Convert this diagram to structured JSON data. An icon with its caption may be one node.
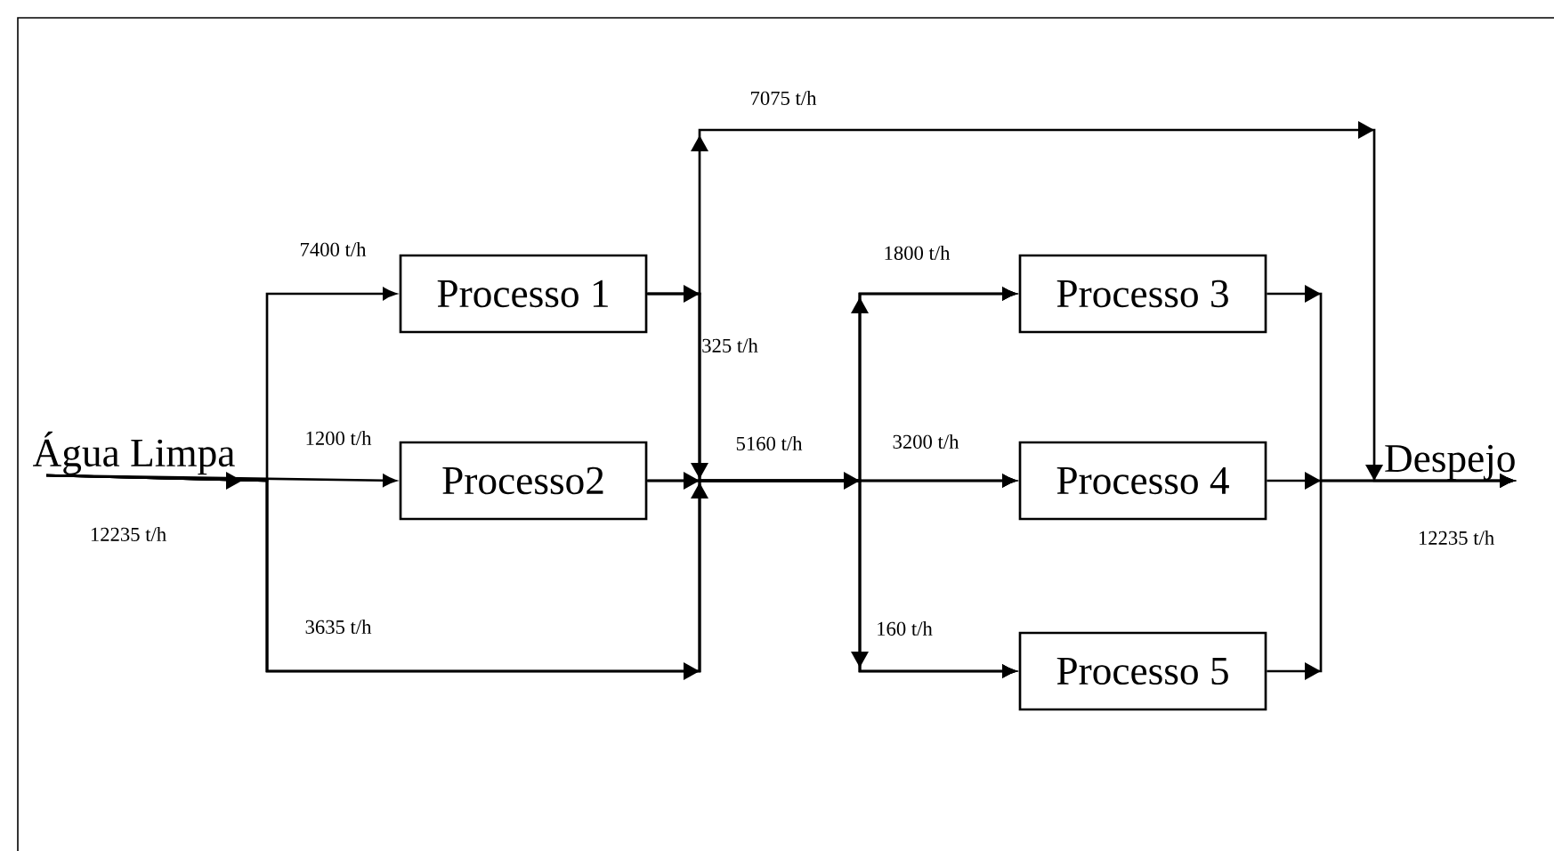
{
  "diagram": {
    "nodes": [
      {
        "text": [
          "Água Limpa"
        ],
        "beside": [
          "12235 t/h"
        ]
      },
      {
        "text": [
          "Processo 1"
        ]
      },
      {
        "text": [
          "Processo2"
        ]
      },
      {
        "text": [
          "Processo 3"
        ]
      },
      {
        "text": [
          "Processo 4"
        ]
      },
      {
        "text": [
          "Processo 5"
        ]
      },
      {
        "text": [
          "Despejo"
        ],
        "beside": [
          "12235 t/h"
        ]
      }
    ],
    "edges": [
      {
        "from": 0,
        "to": 1,
        "arrow": "to"
      },
      {
        "from": 0,
        "to": 2,
        "arrow": "to"
      },
      {
        "from": 0,
        "to": 3,
        "arrow": "to"
      },
      {
        "from": 0,
        "to": 4,
        "arrow": "to"
      },
      {
        "from": 0,
        "to": 5,
        "arrow": "to"
      },
      {
        "from": 1,
        "to": 6,
        "arrow": "to"
      },
      {
        "from": 1,
        "to": 3,
        "arrow": "to"
      },
      {
        "from": 1,
        "to": 4,
        "arrow": "to"
      },
      {
        "from": 1,
        "to": 5,
        "arrow": "to"
      },
      {
        "from": 2,
        "to": 3,
        "arrow": "to"
      },
      {
        "from": 2,
        "to": 4,
        "arrow": "to"
      },
      {
        "from": 2,
        "to": 5,
        "arrow": "to"
      },
      {
        "from": 3,
        "to": 6,
        "arrow": "to"
      },
      {
        "from": 4,
        "to": 6,
        "arrow": "to"
      },
      {
        "from": 5,
        "to": 6,
        "arrow": "to"
      }
    ],
    "labels": [
      "7075 t/h",
      "7400 t/h",
      "1800 t/h",
      "325 t/h",
      "1200 t/h",
      "5160 t/h",
      "3200 t/h",
      "3635 t/h",
      "160 t/h"
    ]
  }
}
